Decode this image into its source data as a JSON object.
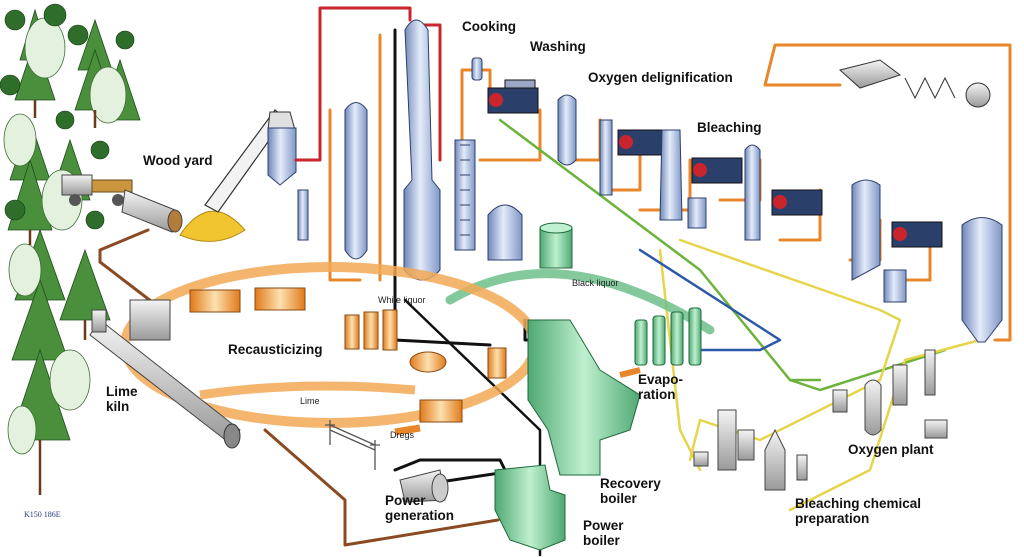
{
  "labels": {
    "cooking": "Cooking",
    "washing": "Washing",
    "oxygen_delignification": "Oxygen delignification",
    "bleaching": "Bleaching",
    "wood_yard": "Wood yard",
    "recausticizing": "Recausticizing",
    "white_liquor": "White liquor",
    "black_liquor": "Black liquor",
    "lime_kiln_1": "Lime",
    "lime_kiln_2": "kiln",
    "lime": "Lime",
    "dregs": "Dregs",
    "evaporation_1": "Evapo-",
    "evaporation_2": "ration",
    "recovery_boiler_1": "Recovery",
    "recovery_boiler_2": "boiler",
    "power_generation_1": "Power",
    "power_generation_2": "generation",
    "power_boiler_1": "Power",
    "power_boiler_2": "boiler",
    "oxygen_plant": "Oxygen plant",
    "bleaching_chem_1": "Bleaching chemical",
    "bleaching_chem_2": "preparation",
    "drawing_code": "K150 186E"
  },
  "colors": {
    "pulp_line": "#e8862a",
    "steam_line": "#c9252c",
    "black_liquor_line": "#111111",
    "oxygen_line": "#6bb33a",
    "chemical_line": "#e6d44a",
    "filtrate_line": "#2b58a8",
    "lime_line": "#8a4a22",
    "vessel": "#a9bde0",
    "boiler": "#7fcf9a",
    "recaust": "#f4a64a",
    "tree": "#3f8f3f"
  }
}
